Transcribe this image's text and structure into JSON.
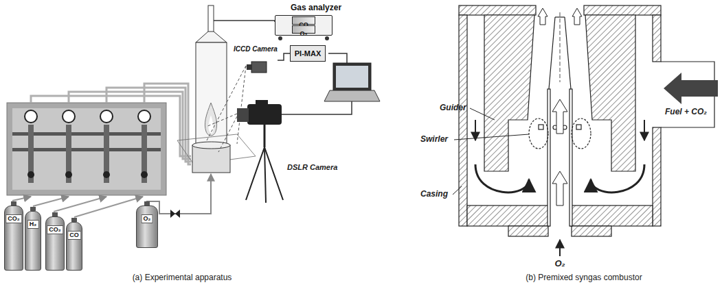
{
  "diagram": {
    "nodes": [
      {
        "text": [
          "Gas analyzer"
        ]
      },
      {
        "text": [
          "CO"
        ],
        "in": 0
      },
      {
        "text": [
          "O₂"
        ],
        "in": 0
      },
      {
        "text": [
          "ICCD Camera"
        ]
      },
      {
        "text": [
          "PI-MAX"
        ]
      },
      {
        "text": [
          "CO₂"
        ]
      },
      {
        "text": [
          "H₂"
        ]
      },
      {
        "text": [
          "CO₂"
        ]
      },
      {
        "text": [
          "CO"
        ]
      },
      {
        "text": [
          "O₂"
        ]
      }
    ],
    "edges": [
      {
        "from": 3,
        "to": 4,
        "arrow": "none"
      }
    ],
    "labels": [
      "DSLR Camera",
      "Guider",
      "Swirler",
      "Casing",
      "Fuel + CO₂",
      "O₂",
      "(a) Experimental apparatus",
      "(b) Premixed syngas combustor"
    ]
  }
}
